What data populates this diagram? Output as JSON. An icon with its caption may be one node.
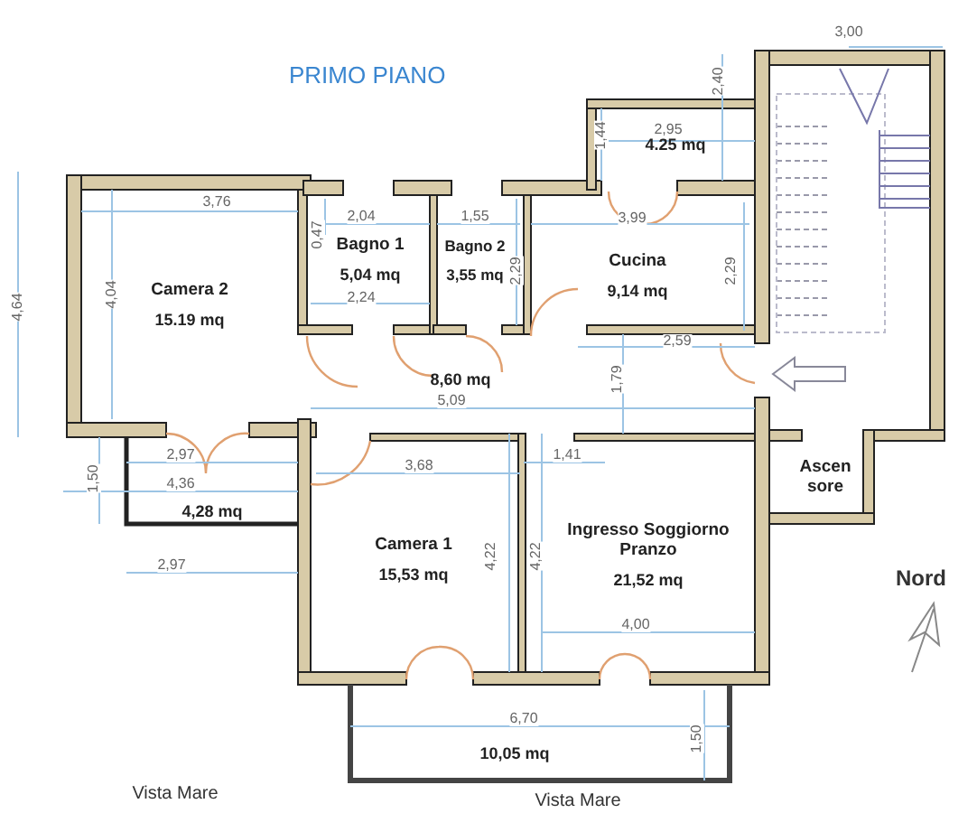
{
  "diagram": {
    "title": "PRIMO PIANO",
    "nodes": [
      {
        "text": [
          "Camera 2",
          "15.19 mq"
        ]
      },
      {
        "text": [
          "Bagno 1",
          "5,04 mq"
        ]
      },
      {
        "text": [
          "Bagno 2",
          "3,55 mq"
        ]
      },
      {
        "text": [
          "4.25 mq"
        ]
      },
      {
        "text": [
          "Cucina",
          "9,14 mq"
        ]
      },
      {
        "text": [
          "8,60 mq"
        ]
      },
      {
        "text": [
          "4,28 mq"
        ]
      },
      {
        "text": [
          "Camera 1",
          "15,53 mq"
        ]
      },
      {
        "text": [
          "Ingresso Soggiorno Pranzo",
          "21,52 mq"
        ]
      },
      {
        "text": [
          "Ascen sore"
        ]
      },
      {
        "text": [
          "10,05 mq"
        ]
      }
    ],
    "labels": [
      "3,00",
      "2,40",
      "1,44",
      "2,95",
      "4,64",
      "3,76",
      "2,04",
      "1,55",
      "3,99",
      "0,47",
      "2,29",
      "2,29",
      "4,04",
      "2,24",
      "2,59",
      "1,79",
      "5,09",
      "2,97",
      "1,41",
      "4,36",
      "3,68",
      "1,50",
      "2,97",
      "4,22",
      "4,22",
      "Nord",
      "4,00",
      "6,70",
      "1,50",
      "Vista Mare",
      "Vista Mare"
    ]
  }
}
